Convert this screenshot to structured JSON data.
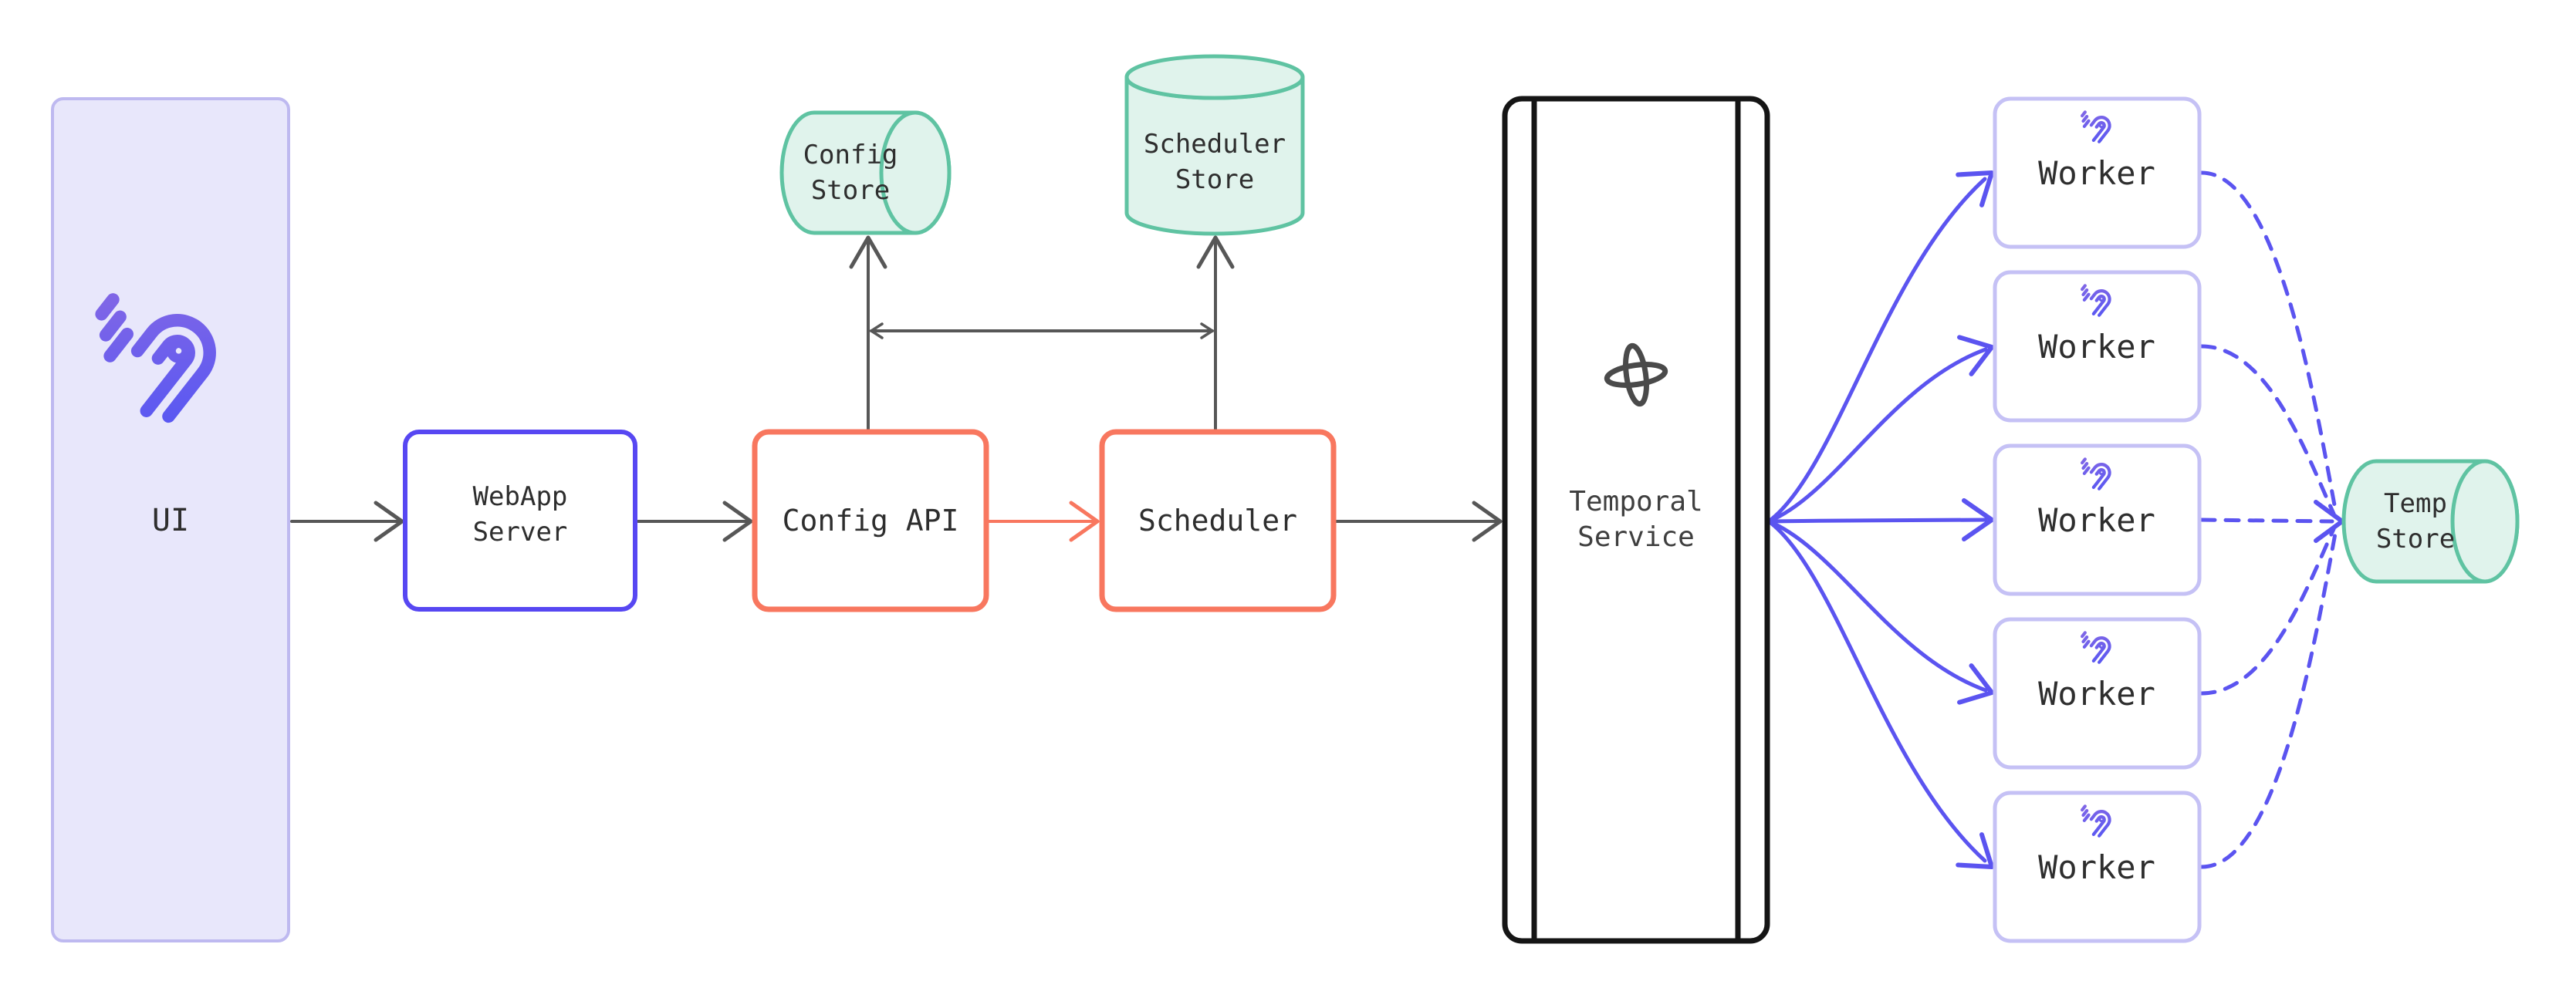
{
  "diagram": {
    "title": "Airbyte scheduling architecture diagram",
    "nodes": {
      "ui": {
        "label": "UI",
        "icon": "airbyte-octopus-icon"
      },
      "webapp_server": {
        "lines": [
          "WebApp",
          "Server"
        ]
      },
      "config_api": {
        "label": "Config API"
      },
      "scheduler": {
        "label": "Scheduler"
      },
      "config_store": {
        "lines": [
          "Config",
          "Store"
        ],
        "shape": "cylinder-horizontal"
      },
      "scheduler_store": {
        "lines": [
          "Scheduler",
          "Store"
        ],
        "shape": "cylinder-vertical"
      },
      "temporal_service": {
        "lines": [
          "Temporal",
          "Service"
        ],
        "icon": "temporal-logo-icon"
      },
      "workers": [
        {
          "label": "Worker",
          "icon": "airbyte-octopus-icon"
        },
        {
          "label": "Worker",
          "icon": "airbyte-octopus-icon"
        },
        {
          "label": "Worker",
          "icon": "airbyte-octopus-icon"
        },
        {
          "label": "Worker",
          "icon": "airbyte-octopus-icon"
        },
        {
          "label": "Worker",
          "icon": "airbyte-octopus-icon"
        }
      ],
      "temp_store": {
        "lines": [
          "Temp",
          "Store"
        ],
        "shape": "cylinder-horizontal"
      }
    },
    "edges": [
      "ui -> webapp_server",
      "webapp_server -> config_api",
      "config_api -> scheduler (coral)",
      "config_api -> config_store",
      "scheduler -> scheduler_store",
      "config_api <-> scheduler cross-link to stores",
      "scheduler -> temporal_service",
      "temporal_service -> worker x5 (blue fan)",
      "worker x5 -> temp_store (blue dashed)"
    ],
    "colors": {
      "lavender_fill": "#e8e7fb",
      "lavender_border": "#beb9f0",
      "worker_border": "#c5c1f5",
      "webapp_blue": "#5747f2",
      "fan_blue": "#5b54f0",
      "coral": "#f8775f",
      "store_green_border": "#5fc3a2",
      "store_green_fill": "#e0f3ec",
      "edge_gray": "#575757",
      "temporal_black": "#151515",
      "text": "#2e2e2e",
      "airbyte_purple_1": "#8468e5",
      "airbyte_purple_2": "#5556f3"
    }
  }
}
